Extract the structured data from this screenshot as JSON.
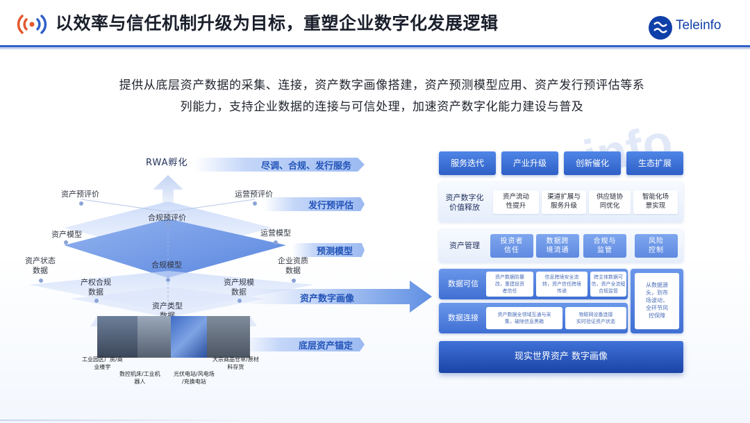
{
  "header": {
    "title": "以效率与信任机制升级为目标，重塑企业数字化发展逻辑",
    "logo_text": "Teleinfo",
    "colors": {
      "accent": "#2f5fc9",
      "brand": "#0f3fa8"
    }
  },
  "subtitle": {
    "line1": "提供从底层资产数据的采集、连接，资产数字画像搭建，资产预测模型应用、资产发行预评估等系",
    "line2": "列能力，支持企业数据的连接与可信处理，加速资产数字化能力建设与普及"
  },
  "diagram": {
    "top_label": "RWA孵化",
    "bands": [
      "尽调、合规、发行服务",
      "发行预评估",
      "预测模型",
      "资产数字画像",
      "底层资产锚定"
    ],
    "labels": {
      "asset_pre_eval": "资产预评价",
      "ops_pre_eval": "运营预评价",
      "compliance_pre_eval": "合规预评价",
      "asset_model": "资产模型",
      "ops_model": "运营模型",
      "compliance_model": "合规模型",
      "asset_status": "资产状态\n数据",
      "enterprise_qual": "企业资质\n数据",
      "property_compliance": "产权合规\n数据",
      "asset_scale": "资产规模\n数据",
      "asset_type": "资产类型\n数据"
    },
    "photos": [
      "工业园区厂房/商\n业楼宇",
      "数控机床/工业机\n器人",
      "光伏电站/风电场\n/充换电站",
      "大宗商品仓单/原材\n料存货"
    ]
  },
  "panel": {
    "top_buttons": [
      "服务迭代",
      "产业升级",
      "创新催化",
      "生态扩展"
    ],
    "value_row": {
      "head": "资产数字化\n价值释放",
      "cells": [
        "资产流动\n性提升",
        "渠道扩展与\n服务升级",
        "供应链协\n同优化",
        "智能化场\n景实现"
      ]
    },
    "mgmt_row": {
      "head": "资产管理",
      "cells": [
        "投资者\n信任",
        "数据跨\n境流通",
        "合规与\n监管",
        "风险\n控制"
      ]
    },
    "trust_row": {
      "head": "数据可信",
      "cells": [
        "资产数据防篡\n改，重建投资\n者信任",
        "信息跨境安全流\n转，资产信任跨境\n传递",
        "跨主体数据可\n信，资产全流程\n合规监管"
      ]
    },
    "connect_row": {
      "head": "数据连接",
      "cells": [
        "资产数据全领域互通与采\n集，破除信息黑箱",
        "物联网设备连接\n实时验证资产状态"
      ]
    },
    "side_note": "从数据源\n头，到市\n场波动，\n全环节风\n控保障",
    "base": "现实世界资产 数字画像"
  }
}
